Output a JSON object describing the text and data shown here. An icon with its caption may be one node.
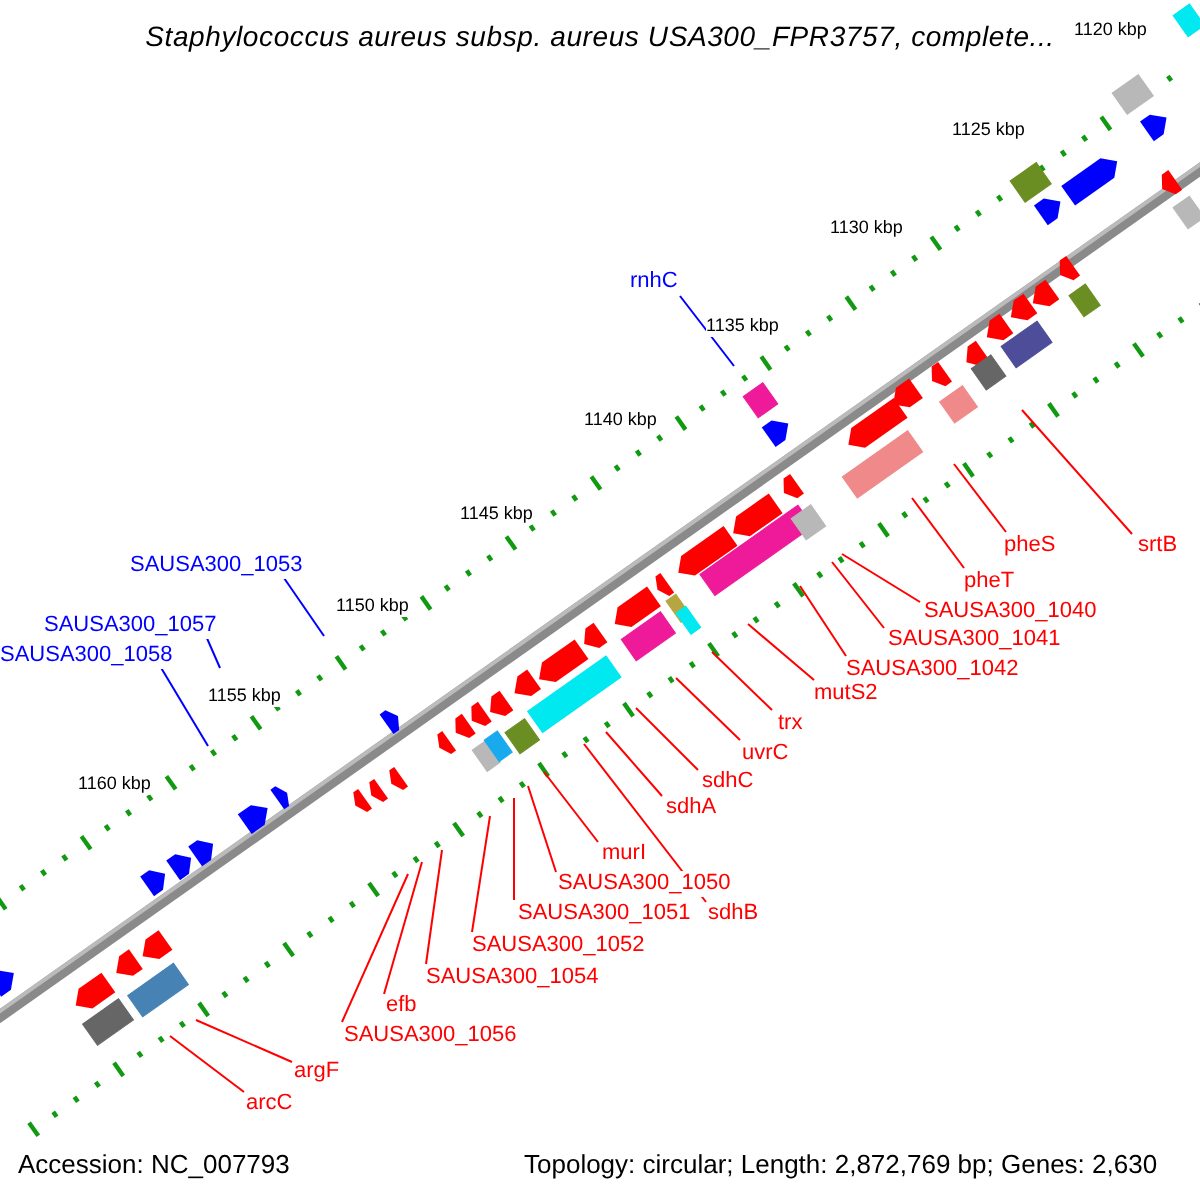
{
  "diagram": {
    "title": "Staphylococcus aureus subsp. aureus USA300_FPR3757, complete...",
    "nodes": [
      {
        "text": [
          "rnhC"
        ]
      },
      {
        "text": [
          "SAUSA300_1053"
        ]
      },
      {
        "text": [
          "SAUSA300_1057"
        ]
      },
      {
        "text": [
          "SAUSA300_1058"
        ]
      },
      {
        "text": [
          "srtB"
        ]
      },
      {
        "text": [
          "pheS"
        ]
      },
      {
        "text": [
          "pheT"
        ]
      },
      {
        "text": [
          "SAUSA300_1040"
        ]
      },
      {
        "text": [
          "SAUSA300_1041"
        ]
      },
      {
        "text": [
          "SAUSA300_1042"
        ]
      },
      {
        "text": [
          "mutS2"
        ]
      },
      {
        "text": [
          "trx"
        ]
      },
      {
        "text": [
          "uvrC"
        ]
      },
      {
        "text": [
          "sdhC"
        ]
      },
      {
        "text": [
          "sdhA"
        ]
      },
      {
        "text": [
          "murI"
        ]
      },
      {
        "text": [
          "SAUSA300_1050"
        ]
      },
      {
        "text": [
          "sdhB"
        ]
      },
      {
        "text": [
          "SAUSA300_1051"
        ]
      },
      {
        "text": [
          "SAUSA300_1052"
        ]
      },
      {
        "text": [
          "SAUSA300_1054"
        ]
      },
      {
        "text": [
          "efb"
        ]
      },
      {
        "text": [
          "SAUSA300_1056"
        ]
      },
      {
        "text": [
          "argF"
        ]
      },
      {
        "text": [
          "arcC"
        ]
      }
    ],
    "edges": [
      {
        "from": 0,
        "to": null,
        "arrow": "none",
        "color": "#0000ff"
      },
      {
        "from": 1,
        "to": null,
        "arrow": "none",
        "color": "#0000ff"
      },
      {
        "from": 2,
        "to": null,
        "arrow": "none",
        "color": "#0000ff"
      },
      {
        "from": 3,
        "to": null,
        "arrow": "none",
        "color": "#0000ff"
      },
      {
        "from": 4,
        "to": null,
        "arrow": "none"
      },
      {
        "from": 5,
        "to": null,
        "arrow": "none"
      },
      {
        "from": 6,
        "to": null,
        "arrow": "none"
      },
      {
        "from": 7,
        "to": null,
        "arrow": "none"
      },
      {
        "from": 8,
        "to": null,
        "arrow": "none"
      },
      {
        "from": 9,
        "to": null,
        "arrow": "none"
      },
      {
        "from": 10,
        "to": null,
        "arrow": "none"
      },
      {
        "from": 11,
        "to": null,
        "arrow": "none"
      },
      {
        "from": 12,
        "to": null,
        "arrow": "none"
      },
      {
        "from": 13,
        "to": null,
        "arrow": "none"
      },
      {
        "from": 14,
        "to": null,
        "arrow": "none"
      },
      {
        "from": 15,
        "to": null,
        "arrow": "none"
      },
      {
        "from": 16,
        "to": null,
        "arrow": "none"
      },
      {
        "from": 17,
        "to": null,
        "arrow": "none"
      },
      {
        "from": 18,
        "to": null,
        "arrow": "none"
      },
      {
        "from": 19,
        "to": null,
        "arrow": "none"
      },
      {
        "from": 20,
        "to": null,
        "arrow": "none"
      },
      {
        "from": 21,
        "to": null,
        "arrow": "none"
      },
      {
        "from": 22,
        "to": null,
        "arrow": "none"
      },
      {
        "from": 23,
        "to": null,
        "arrow": "none"
      },
      {
        "from": 24,
        "to": null,
        "arrow": "none"
      }
    ],
    "labels": [
      "1120 kbp",
      "1125 kbp",
      "1130 kbp",
      "1135 kbp",
      "1140 kbp",
      "1145 kbp",
      "1150 kbp",
      "1155 kbp",
      "1160 kbp",
      "Accession: NC_007793",
      "Topology: circular; Length: 2,872,769 bp; Genes: 2,630"
    ]
  }
}
